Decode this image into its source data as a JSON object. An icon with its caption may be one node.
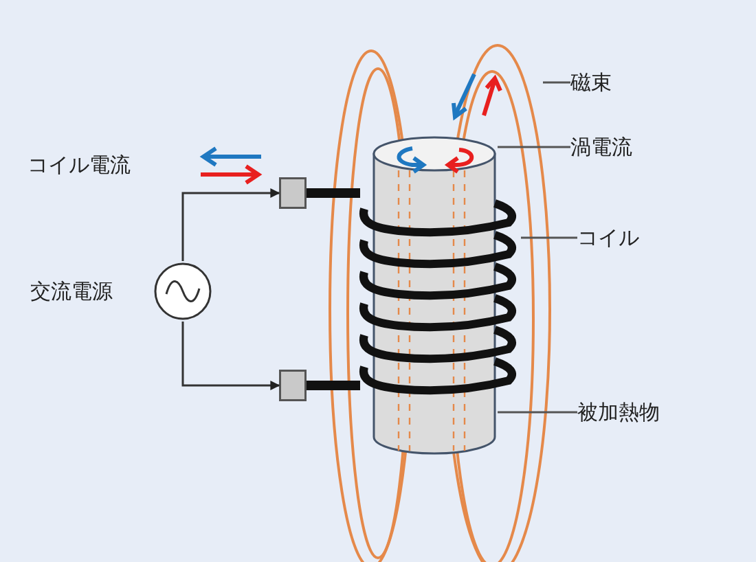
{
  "diagram": {
    "nodes": [
      {
        "text": [],
        "shape": "circle",
        "beside": [
          "交流電源"
        ]
      },
      {
        "text": [],
        "shape": "box"
      },
      {
        "text": [],
        "shape": "box"
      },
      {
        "text": [
          "磁束"
        ]
      },
      {
        "text": [
          "渦電流"
        ]
      },
      {
        "text": [],
        "shape": "cylinder"
      },
      {
        "text": [
          "コイル"
        ]
      },
      {
        "text": [],
        "shape": "coil"
      },
      {
        "text": [
          "被加熱物"
        ]
      }
    ],
    "edges": [
      {
        "from": 0,
        "to": 1,
        "arrow": "to"
      },
      {
        "from": 0,
        "to": 2,
        "arrow": "to"
      },
      {
        "from": 1,
        "to": 7,
        "arrow": "none",
        "style": "thick"
      },
      {
        "from": 2,
        "to": 7,
        "arrow": "none",
        "style": "thick"
      },
      {
        "from": 3,
        "to": null,
        "arrow": "none",
        "color": "#555555"
      },
      {
        "from": 4,
        "to": 5,
        "arrow": "none",
        "color": "#555555"
      },
      {
        "from": 6,
        "to": 7,
        "arrow": "none",
        "color": "#555555"
      },
      {
        "from": 8,
        "to": 5,
        "arrow": "none",
        "color": "#555555"
      }
    ],
    "labels": [
      "コイル電流"
    ]
  }
}
